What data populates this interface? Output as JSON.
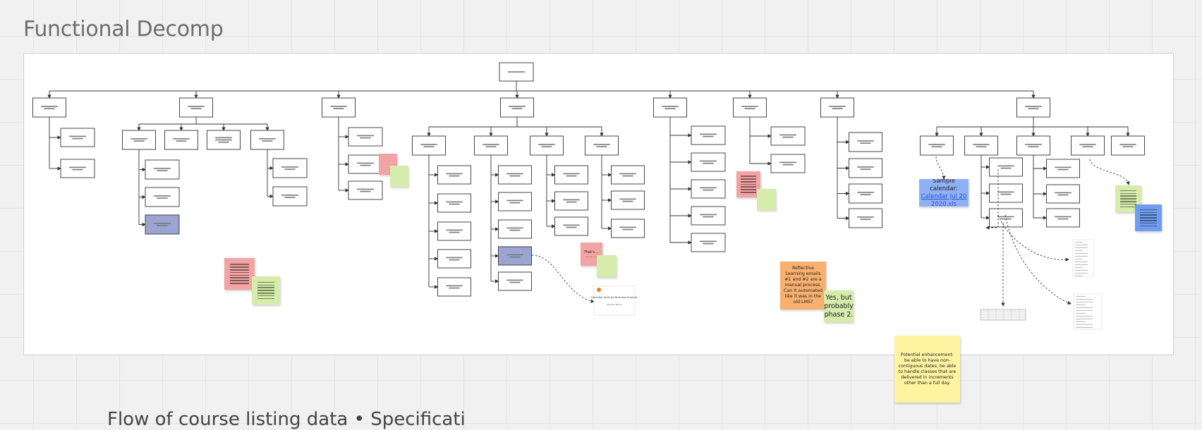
{
  "page": {
    "title": "Functional Decomp",
    "bottom_heading": "Flow of course listing data • Specificati"
  },
  "colors": {
    "canvas_bg": "#f1f1f1",
    "frame_bg": "#ffffff",
    "pink_note": "#f2a3a3",
    "green_note": "#d5ecaa",
    "slate_note": "#9aa6d1",
    "blue_note": "#8fb0f3",
    "bright_blue_note": "#6f9ef1",
    "orange_note": "#f7b06e",
    "yellow_note": "#fdf3a0"
  },
  "notes": {
    "calendar_heading": "Sample calendar:",
    "calendar_link": "Calendar Jul 20 2020.xls",
    "student_note": "That's ... ... ... ...",
    "reflective": "Reflective Learning emails #1 and #2 are a manual process. Can it automated like it was in the old LMS?",
    "phase": "Yes, but probably phase 2.",
    "enhancement": "Potential enhancement: be able to have non-contiguous dates; be able to handle classes that are delivered in increments other than a full day."
  },
  "thumbnails": {
    "course_doc_title": "Essential Skills for Business Analysis",
    "course_doc_sub": "Student Name"
  }
}
